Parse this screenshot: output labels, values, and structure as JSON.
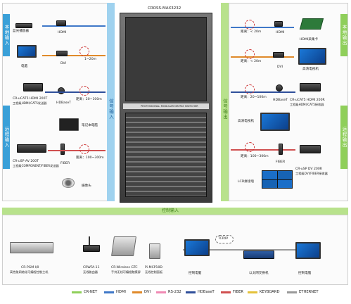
{
  "matrix": {
    "title": "CROSS-MAX3232",
    "panel_text": "PROFESSIONAL MODULAR MATRIX SWITCHER"
  },
  "sections": {
    "local_input": "本地输入",
    "remote_input": "远程输入",
    "signal_input": "信号输入",
    "signal_output": "信号输出",
    "local_output": "本地输出",
    "remote_output": "远程输出",
    "control_input": "控制输入"
  },
  "left": {
    "blu_ray": "蓝光播放器",
    "pc": "电脑",
    "dist_1_20": "1~20m",
    "hdmi": "HDMI",
    "dvi": "DVI",
    "tx1": "CR-uCAT5 HDMI 200T",
    "tx1_sub": "工程级HDMI/CAT5发送器",
    "hdbaset": "HDBaseT",
    "dist_20_100": "距离：20~100m",
    "laptop": "笔记本电脑",
    "tx2": "CR-uSP AV 200T",
    "tx2_sub": "工程级COMPONENT/FIBER发送器",
    "fiber": "FIBER",
    "dist_100_300": "距离：100~300m",
    "camera": "摄像头"
  },
  "right": {
    "dist_lt20": "距离：< 20m",
    "hdmi": "HDMI",
    "dvi": "DVI",
    "capture_card": "HDMI采集卡",
    "hd_tv": "高清电视机",
    "hdbaset": "HDBaseT",
    "dist_20_100": "距离：20~100m",
    "rx1": "CR-uCAT5 HDMI 200R",
    "rx1_sub": "工程级HDMI/CAT5接收器",
    "hd_tv2": "高清电视机",
    "fiber": "FIBER",
    "dist_100_300": "距离：100~300m",
    "rx2": "CR-uSP DV 200R",
    "rx2_sub": "工程级DVI/FIBER接收器",
    "lcd_wall": "LCD拼接墙"
  },
  "control": {
    "pgm": "CR-PGM I/0",
    "pgm_sub": "高性能网络化可编程控制主机",
    "wifi": "CRWFA-11",
    "wifi_sub": "无线路由器",
    "gtc": "CR-Wireless GTC",
    "gtc_sub": "手持无线可编程触摸屏",
    "mcp": "Pi-MCP10D",
    "mcp_sub": "无线控制面板",
    "ctrl_pc": "控制电脑",
    "tcpip": "TCP/IP",
    "switch": "以太网交换机",
    "ctrl_pc2": "控制电脑"
  },
  "legend": [
    {
      "label": "CR-NET",
      "color": "#8fcf5a"
    },
    {
      "label": "HDMI",
      "color": "#3f78c8"
    },
    {
      "label": "DVI",
      "color": "#e08a2a"
    },
    {
      "label": "RS-232",
      "color": "#f08ab4"
    },
    {
      "label": "HDBaseT",
      "color": "#2f4f9a"
    },
    {
      "label": "FIBER",
      "color": "#d05050"
    },
    {
      "label": "KEYBOARD",
      "color": "#e4c23a"
    },
    {
      "label": "ETHERNET",
      "color": "#9a9a9a"
    }
  ]
}
